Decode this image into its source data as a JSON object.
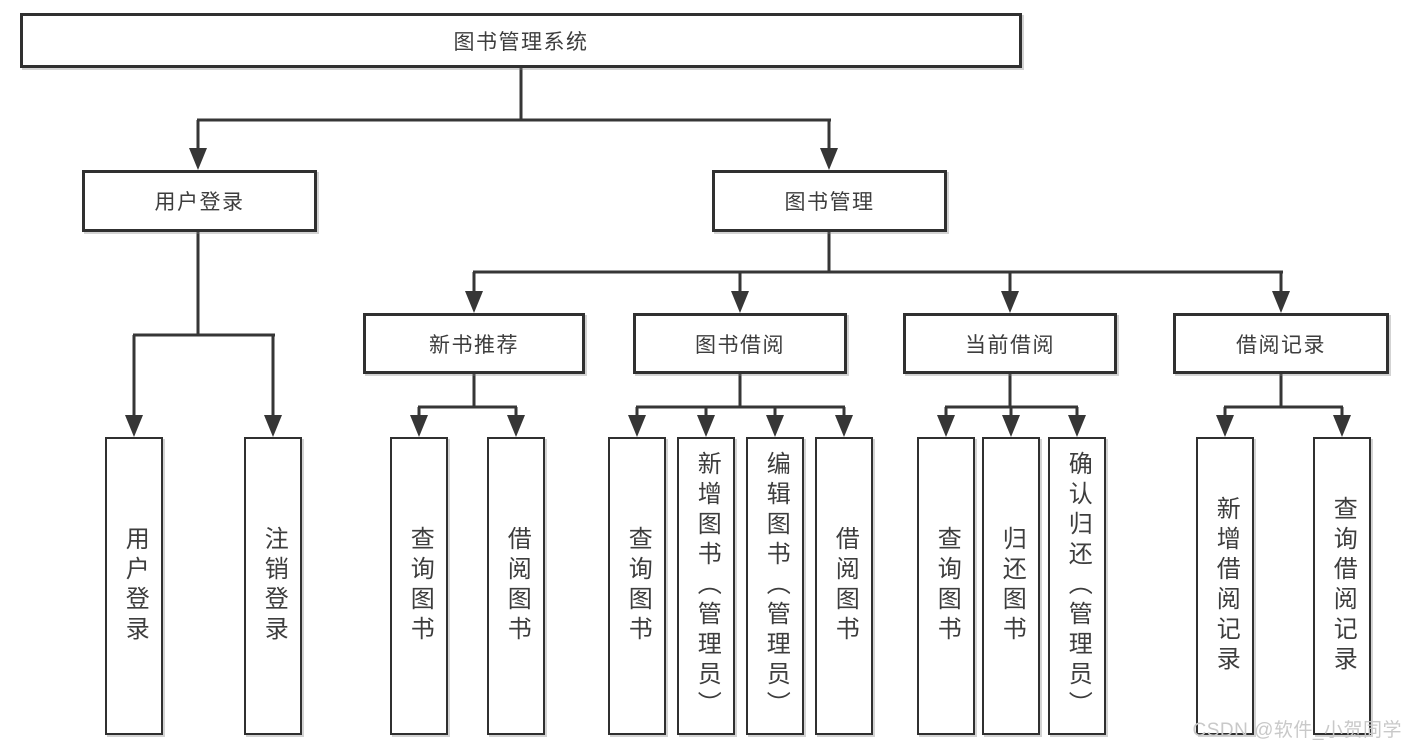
{
  "diagram": {
    "root_label": "图书管理系统",
    "level2": [
      {
        "label": "用户登录",
        "children": [
          "用户登录",
          "注销登录"
        ]
      },
      {
        "label": "图书管理"
      }
    ],
    "level3": [
      {
        "label": "新书推荐",
        "children": [
          "查询图书",
          "借阅图书"
        ]
      },
      {
        "label": "图书借阅",
        "children": [
          "查询图书",
          "新增图书（管理员）",
          "编辑图书（管理员）",
          "借阅图书"
        ]
      },
      {
        "label": "当前借阅",
        "children": [
          "查询图书",
          "归还图书",
          "确认归还（管理员）"
        ]
      },
      {
        "label": "借阅记录",
        "children": [
          "新增借阅记录",
          "查询借阅记录"
        ]
      }
    ]
  },
  "watermark": "CSDN @软件_小贺同学",
  "colors": {
    "line": "#363636",
    "box_border": "#303030",
    "text": "#3d3d3d",
    "watermark": "#c9c9c9",
    "background": "#ffffff"
  }
}
